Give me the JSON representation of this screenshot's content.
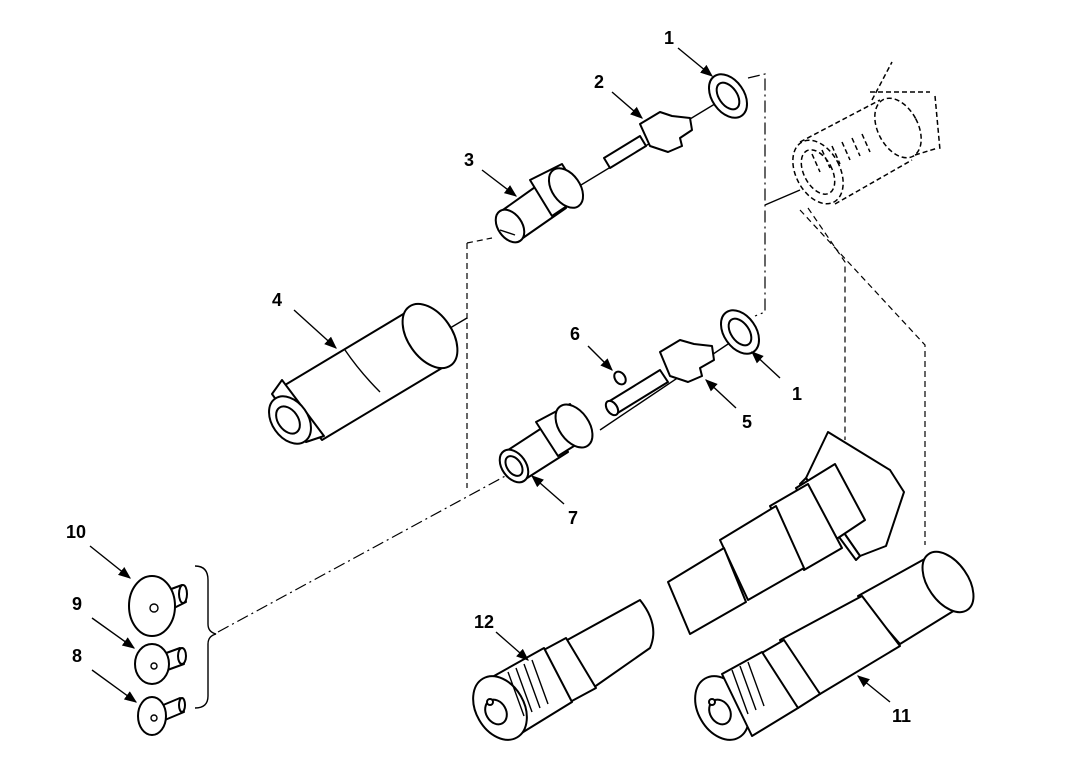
{
  "figure": {
    "callouts": {
      "c1_top": "1",
      "c1_bottom": "1",
      "c2": "2",
      "c3": "3",
      "c4": "4",
      "c5": "5",
      "c6": "6",
      "c7": "7",
      "c8": "8",
      "c9": "9",
      "c10": "10",
      "c11": "11",
      "c12": "12"
    }
  }
}
